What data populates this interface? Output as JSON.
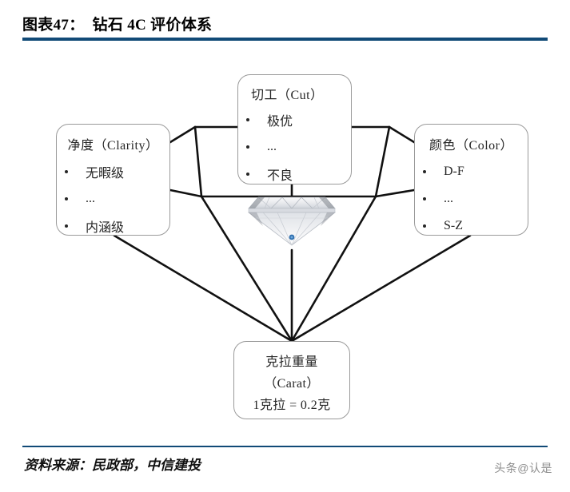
{
  "header": {
    "figure_label": "图表47：",
    "title": "钻石 4C 评价体系",
    "full_title": "图表47：  钻石 4C 评价体系",
    "rule_color": "#114a77"
  },
  "diagram": {
    "center_icon": "diamond-icon",
    "nodes": {
      "cut": {
        "title": "切工（Cut）",
        "items": [
          "极优",
          "...",
          "不良"
        ]
      },
      "clarity": {
        "title": "净度（Clarity）",
        "items": [
          "无暇级",
          "...",
          "内涵级"
        ]
      },
      "color": {
        "title": "颜色（Color）",
        "items": [
          "D-F",
          "...",
          "S-Z"
        ]
      },
      "carat": {
        "title": "克拉重量",
        "subtitle": "（Carat）",
        "note": "1克拉 = 0.2克"
      }
    },
    "line_color": "#111111"
  },
  "footer": {
    "source": "资料来源：民政部，中信建投",
    "watermark": "头条@认是"
  }
}
